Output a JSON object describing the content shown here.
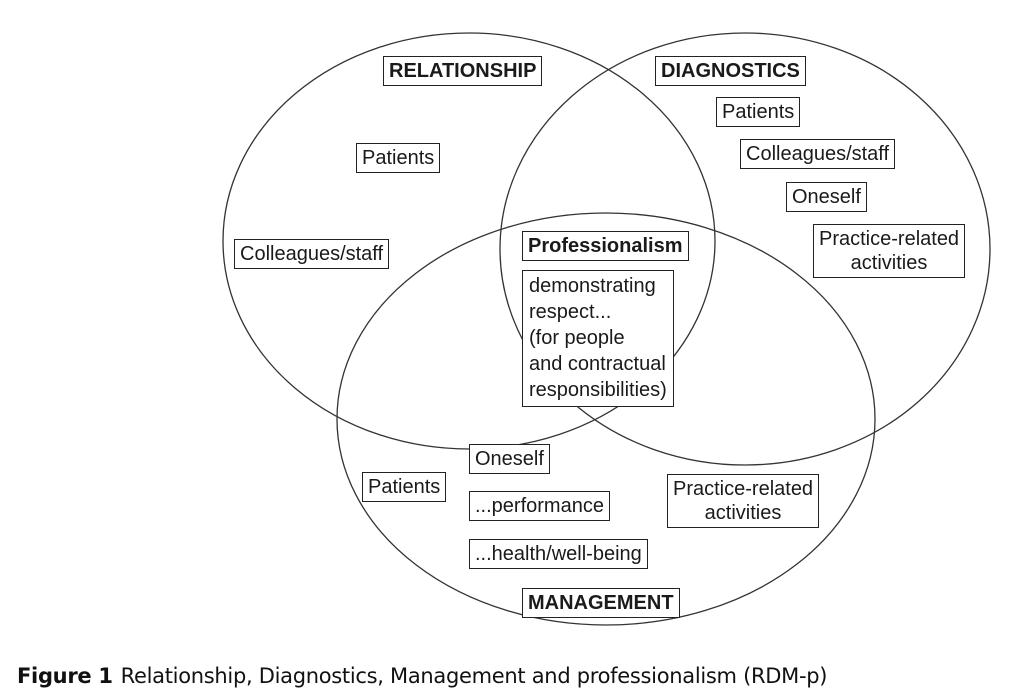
{
  "diagram": {
    "circles": [
      {
        "id": "relationship",
        "title": "RELATIONSHIP",
        "items": [
          "Patients",
          "Colleagues/staff"
        ]
      },
      {
        "id": "diagnostics",
        "title": "DIAGNOSTICS",
        "items": [
          "Patients",
          "Colleagues/staff",
          "Oneself",
          "Practice-related\nactivities"
        ]
      },
      {
        "id": "management",
        "title": "MANAGEMENT",
        "items": [
          "Oneself",
          "Patients",
          "...performance",
          "...health/well-being",
          "Practice-related\nactivities"
        ]
      }
    ],
    "center": {
      "title": "Professionalism",
      "description": "demonstrating\nrespect...\n(for people\nand contractual\nresponsibilities)"
    },
    "stroke_color": "#333333"
  },
  "caption": {
    "label": "Figure 1",
    "text": "Relationship, Diagnostics, Management and professionalism (RDM-p)"
  }
}
